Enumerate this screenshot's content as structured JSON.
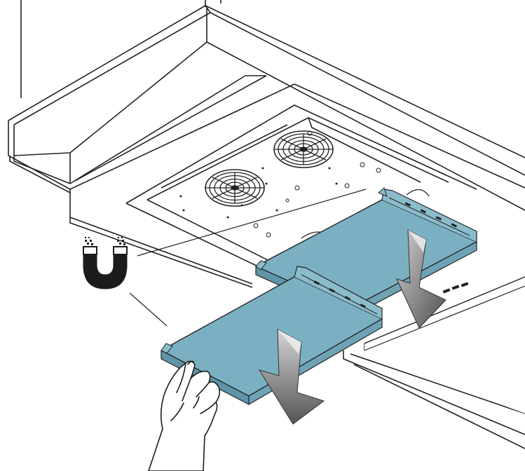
{
  "illustration": {
    "subject": "range-hood-filter-removal",
    "components": [
      {
        "name": "hood-body",
        "icon": "range-hood-icon"
      },
      {
        "name": "blower-fan",
        "icon": "fan-icon",
        "count": 2
      },
      {
        "name": "grease-filter",
        "icon": "filter-panel-icon",
        "count": 2
      },
      {
        "name": "removal-direction",
        "icon": "arrow-down-icon",
        "count": 2
      },
      {
        "name": "magnet-callout",
        "icon": "magnet-icon"
      },
      {
        "name": "hand",
        "icon": "hand-icon"
      }
    ]
  },
  "colors": {
    "filter_fill": "#7bb0c2",
    "filter_edge": "#5f95a8",
    "arrow_light": "#c9c9c9",
    "arrow_dark": "#5a5a5a",
    "line": "#222222",
    "panel_fill": "#f7f7f7"
  }
}
